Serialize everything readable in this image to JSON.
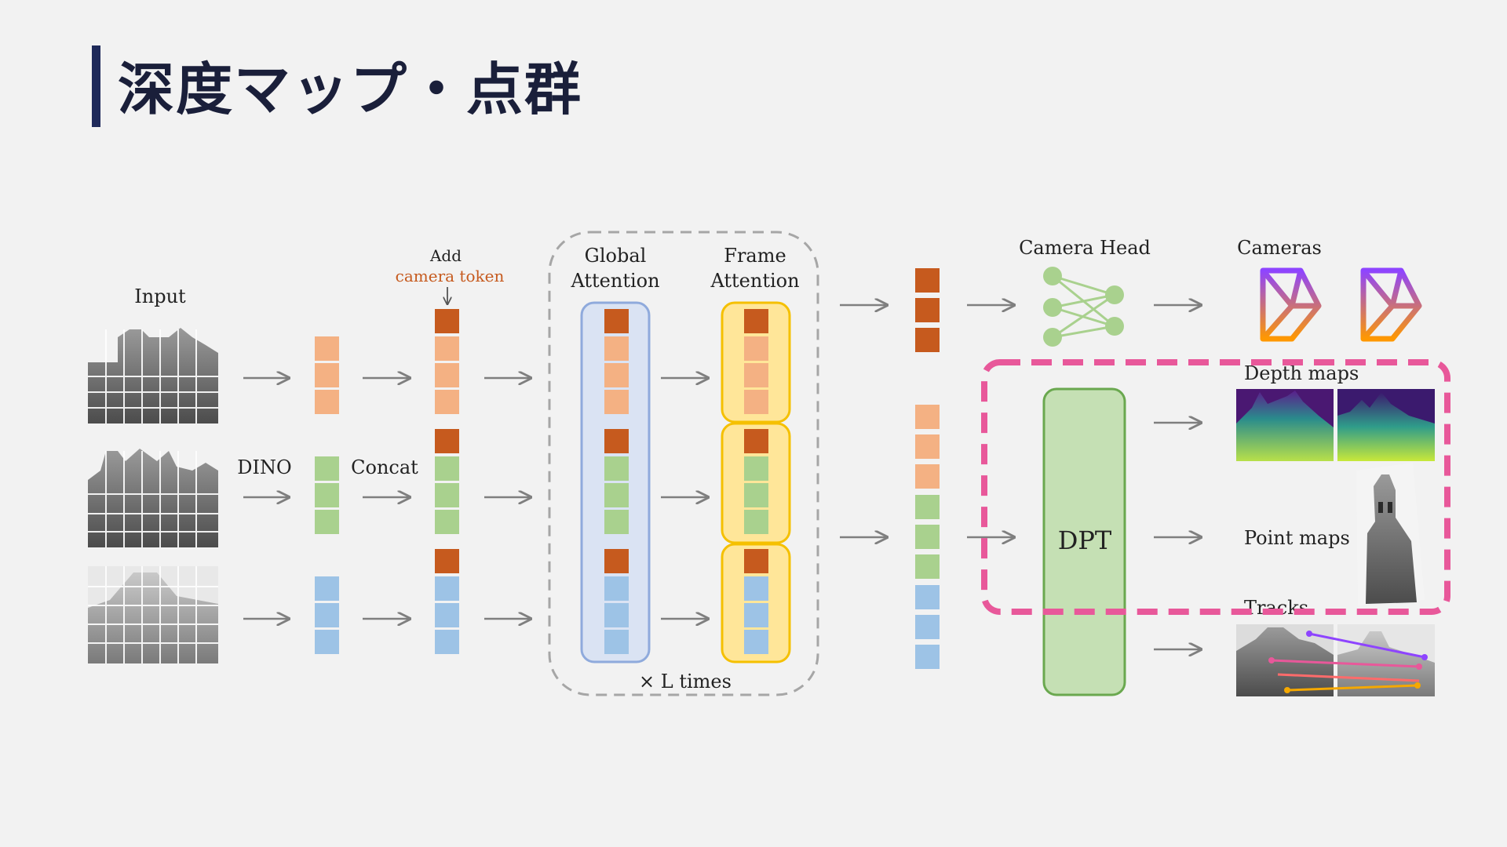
{
  "slide": {
    "title": "深度マップ・点群"
  },
  "diagram": {
    "input_label": "Input",
    "dino_label": "DINO",
    "concat_label": "Concat",
    "add_label": "Add",
    "camera_token_label": "camera token",
    "global_attention": [
      "Global",
      "Attention"
    ],
    "frame_attention": [
      "Frame",
      "Attention"
    ],
    "times_label": "× L times",
    "camera_head_label": "Camera Head",
    "cameras_label": "Cameras",
    "depth_maps_label": "Depth maps",
    "dpt_label": "DPT",
    "point_maps_label": "Point maps",
    "tracks_label": "Tracks"
  },
  "colors": {
    "camera_token": "#c65a1e",
    "token_orange": "#f4b183",
    "token_green": "#a9d18e",
    "token_blue": "#9dc3e6",
    "global_box": "#dae3f3",
    "frame_box": "#ffe699",
    "dpt_box": "#c5e0b4",
    "highlight": "#e8589a",
    "title_bar": "#1f2a5a"
  }
}
